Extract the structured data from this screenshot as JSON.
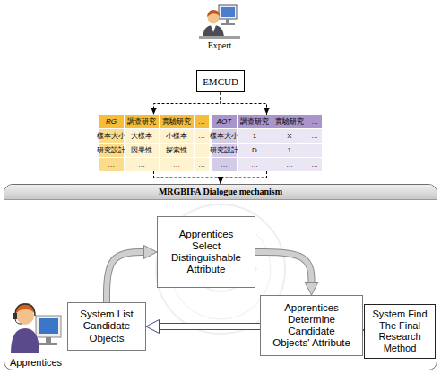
{
  "diagram": {
    "nodes": [
      {
        "text": [
          "EMCUD"
        ]
      },
      {
        "text": [
          "RG",
          "調查研究",
          "實驗研究",
          "…",
          "樣本大小",
          "大樣本",
          "小樣本",
          "…",
          "研究設計",
          "因果性",
          "探索性",
          "…",
          "…",
          "…",
          "…",
          "…"
        ]
      },
      {
        "text": [
          "AOT",
          "調查研究",
          "實驗研究",
          "…",
          "樣本大小",
          "1",
          "X",
          "…",
          "研究設計",
          "D",
          "1",
          "…",
          "…",
          "…",
          "…",
          "…"
        ]
      },
      {
        "text": [
          "MRGBIFA Dialogue mechanism"
        ]
      },
      {
        "text": [
          "Apprentices Select Distinguishable Attribute"
        ],
        "in": 3
      },
      {
        "text": [
          "System List Candidate Objects"
        ],
        "in": 3
      },
      {
        "text": [
          "Apprentices Determine Candidate Objects' Attribute"
        ],
        "in": 3
      },
      {
        "text": [
          "System Find The Final Research Method"
        ],
        "in": 3
      }
    ],
    "edges": [
      {
        "from": 0,
        "to": 1,
        "arrow": "to"
      },
      {
        "from": 0,
        "to": 2,
        "arrow": "to"
      },
      {
        "from": 1,
        "to": 3,
        "arrow": "to"
      },
      {
        "from": 2,
        "to": 3,
        "arrow": "to"
      },
      {
        "from": 5,
        "to": 4,
        "arrow": "to"
      },
      {
        "from": 4,
        "to": 6,
        "arrow": "to"
      },
      {
        "from": 6,
        "to": 5,
        "arrow": "to"
      },
      {
        "from": 6,
        "to": 7,
        "arrow": "to"
      }
    ],
    "labels": [
      "Expert",
      "Apprentices"
    ]
  }
}
